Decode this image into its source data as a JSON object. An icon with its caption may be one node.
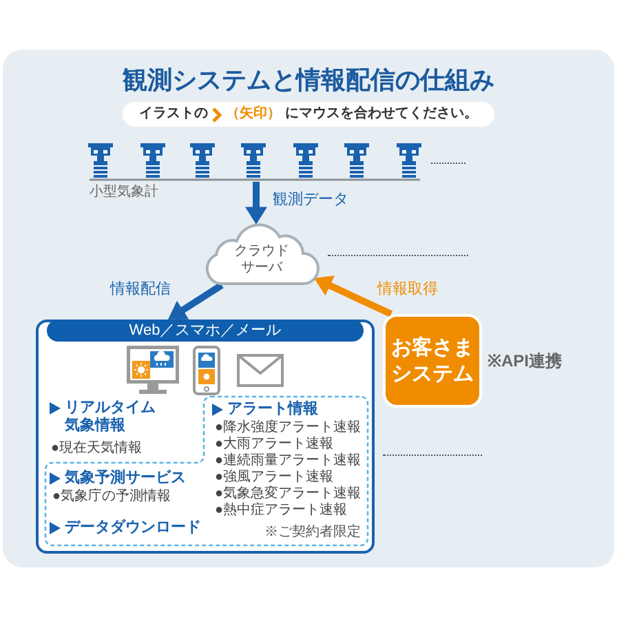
{
  "diagram": {
    "title": "観測システムと情報配信の仕組み",
    "nodes": [
      {
        "text": [],
        "shape": "picture",
        "beside": [
          "小型気象計"
        ]
      },
      {
        "text": [
          "クラウドサーバ"
        ]
      },
      {
        "text": [
          "Web／スマホ／メール",
          "リアルタイム気象情報",
          "●現在天気情報"
        ]
      },
      {
        "text": [
          "アラート情報",
          "●降水強度アラート速報",
          "●大雨アラート速報",
          "●連続雨量アラート速報",
          "●強風アラート速報",
          "●気象急変アラート速報",
          "●熱中症アラート速報",
          "気象予測サービス",
          "●気象庁の予測情報",
          "データダウンロード",
          "※ご契約者限定"
        ],
        "in": 2
      },
      {
        "text": [
          "お客さまシステム"
        ],
        "beside": [
          "※API連携"
        ]
      }
    ],
    "edges": [
      {
        "from": 0,
        "to": 1,
        "arrow": "to",
        "label": "観測データ"
      },
      {
        "from": 1,
        "to": 2,
        "arrow": "to",
        "label": "情報配信"
      },
      {
        "from": 4,
        "to": 1,
        "arrow": "to",
        "label": "情報取得",
        "color": "#f08c00"
      }
    ],
    "labels": [
      "イラストの",
      "（矢印）",
      "にマウスを合わせてください。"
    ]
  }
}
